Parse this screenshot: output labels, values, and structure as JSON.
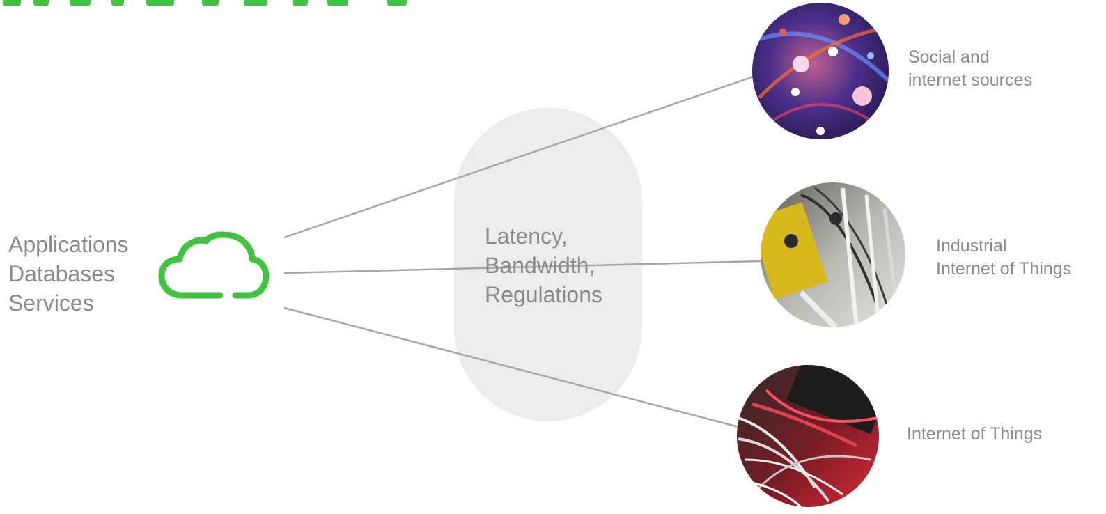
{
  "colors": {
    "accent_green": "#3ec43e",
    "text_gray": "#8a8a8a",
    "line_gray": "#a6a6a6",
    "pill_gray": "#ececec"
  },
  "left_block": {
    "lines": [
      "Applications",
      "Databases",
      "Services"
    ],
    "icon": "cloud-icon"
  },
  "center_block": {
    "lines": [
      "Latency,",
      "Bandwidth,",
      "Regulations"
    ]
  },
  "endpoints": [
    {
      "id": "social",
      "label_lines": [
        "Social and",
        "internet sources"
      ],
      "image": "abstract-network-lights-photo"
    },
    {
      "id": "iiot",
      "label_lines": [
        "Industrial",
        "Internet of Things"
      ],
      "image": "industrial-robot-photo"
    },
    {
      "id": "iot",
      "label_lines": [
        "Internet of Things"
      ],
      "image": "network-cables-photo"
    }
  ]
}
